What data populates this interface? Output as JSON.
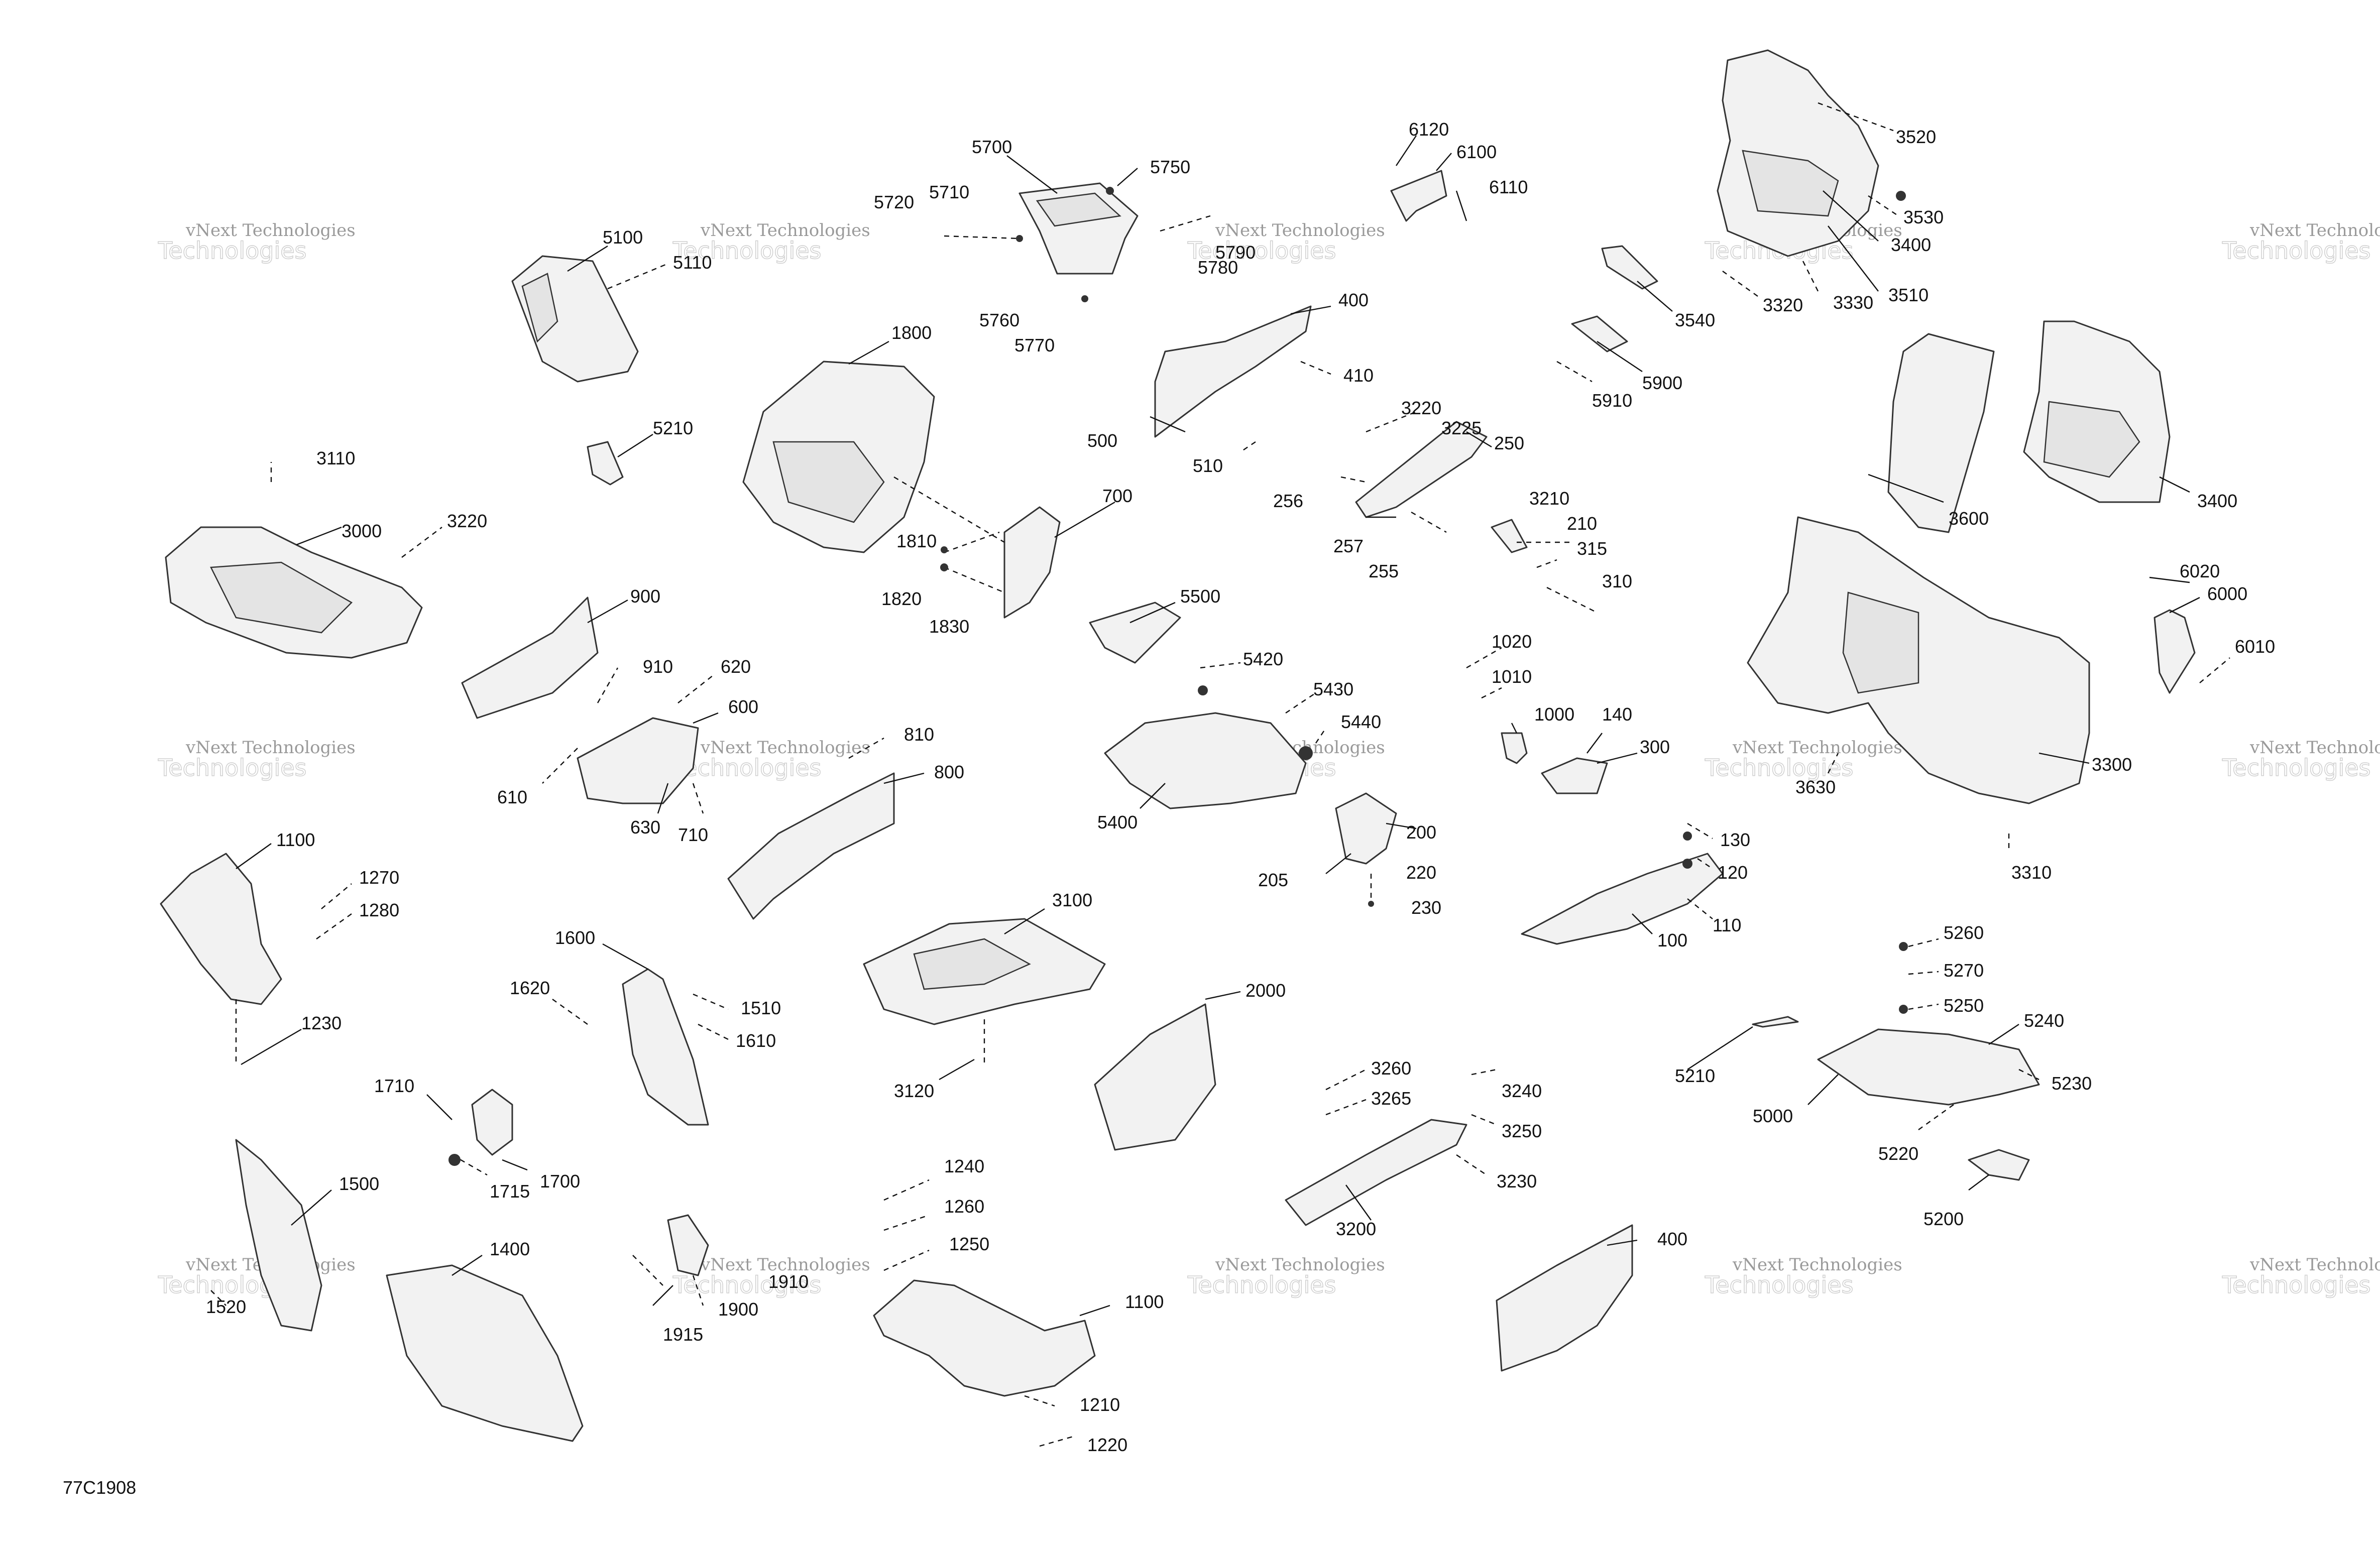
{
  "diagram_code": "77C1908",
  "watermark": {
    "line1": "vNext Technologies",
    "line2": "Technologies"
  },
  "callouts": [
    "5700",
    "5750",
    "5720",
    "5710",
    "5780",
    "5790",
    "5760",
    "5770",
    "6120",
    "6100",
    "6110",
    "3520",
    "3530",
    "3400",
    "3510",
    "3320",
    "3330",
    "3540",
    "5100",
    "5110",
    "1800",
    "400",
    "410",
    "500",
    "510",
    "3220",
    "3225",
    "250",
    "256",
    "257",
    "255",
    "5900",
    "5910",
    "3600",
    "3400",
    "5210",
    "3110",
    "3000",
    "3220",
    "1810",
    "1820",
    "1830",
    "700",
    "3210",
    "210",
    "315",
    "310",
    "6020",
    "6000",
    "6010",
    "900",
    "910",
    "620",
    "600",
    "610",
    "630",
    "710",
    "5500",
    "5420",
    "5430",
    "5440",
    "5400",
    "1020",
    "1010",
    "1000",
    "140",
    "300",
    "3630",
    "3300",
    "810",
    "800",
    "200",
    "205",
    "220",
    "230",
    "130",
    "120",
    "110",
    "100",
    "3310",
    "1100",
    "1270",
    "1280",
    "1230",
    "1600",
    "1620",
    "1510",
    "1610",
    "3100",
    "3120",
    "2000",
    "5260",
    "5270",
    "5250",
    "5240",
    "5230",
    "5210",
    "5000",
    "5220",
    "5200",
    "1710",
    "1715",
    "1700",
    "3260",
    "3265",
    "3240",
    "3250",
    "3230",
    "3200",
    "1500",
    "1520",
    "1400",
    "1900",
    "1910",
    "1915",
    "1240",
    "1260",
    "1250",
    "1100",
    "1210",
    "1220",
    "400"
  ]
}
